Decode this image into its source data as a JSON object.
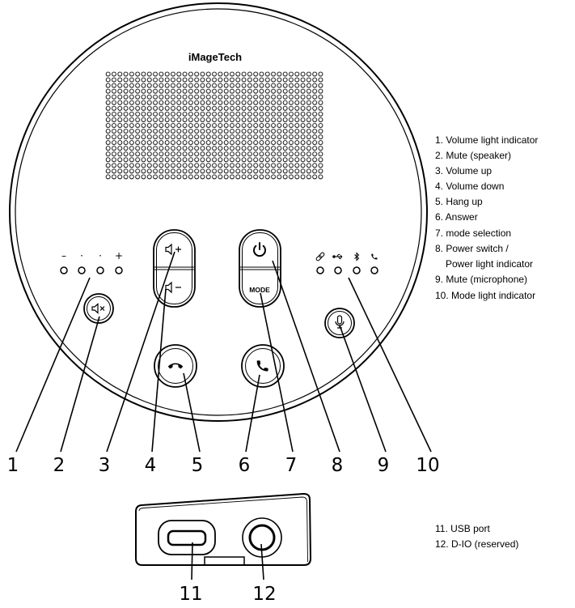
{
  "device": {
    "brand": "iMageTech",
    "volume_led_symbols": [
      "–",
      "·",
      "·",
      "+"
    ],
    "mode_label": "MODE",
    "mode_led_icons": [
      "link-icon",
      "usb-icon",
      "bluetooth-icon",
      "phone-icon"
    ],
    "button_icons": {
      "mute_speaker": "speaker-mute-icon",
      "volume_up": "volume-up-icon",
      "volume_down": "volume-down-icon",
      "power": "power-icon",
      "hang_up": "hang-up-icon",
      "answer": "answer-icon",
      "mute_microphone": "microphone-icon"
    }
  },
  "callouts": [
    "1",
    "2",
    "3",
    "4",
    "5",
    "6",
    "7",
    "8",
    "9",
    "10"
  ],
  "legend_lines": [
    "1. Volume light indicator",
    "2. Mute (speaker)",
    "3. Volume up",
    "4. Volume down",
    "5. Hang up",
    "6. Answer",
    "7. mode selection",
    "8. Power switch /",
    "Power light indicator",
    "9. Mute (microphone)",
    "10. Mode light indicator"
  ],
  "ports": {
    "callouts": [
      "11",
      "12"
    ],
    "legend_lines": [
      "11. USB port",
      "12. D-IO (reserved)"
    ],
    "icons": [
      "usb-port-icon",
      "dio-port-icon"
    ]
  },
  "colors": {
    "ink": "#000000",
    "background": "#ffffff"
  }
}
